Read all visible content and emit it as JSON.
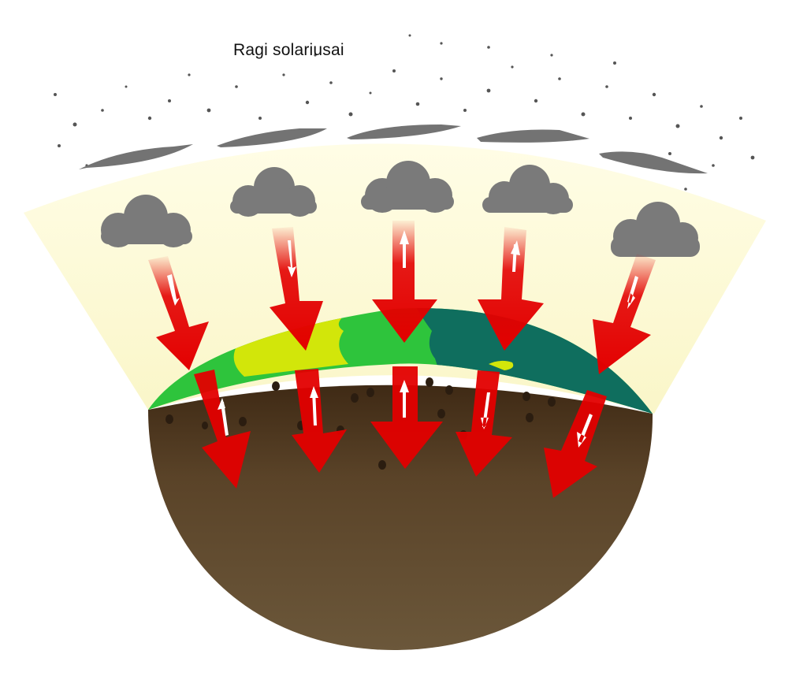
{
  "diagram": {
    "title": "Ragi solariusai",
    "colors": {
      "atmosphere": "#fbf8d2",
      "cloud_slab": "#737373",
      "cloud": "#7a7a7a",
      "arrow": "#e30000",
      "arrow_highlight": "#ffffff",
      "land_green": "#2ec43c",
      "land_yellow": "#d2e60a",
      "ocean_teal": "#0f6e5e",
      "soil_top": "#4a3119",
      "soil_bottom": "#6a5538",
      "speck": "#2b1d10"
    },
    "layers": [
      {
        "name": "upper-cloud-slabs",
        "count": 5
      },
      {
        "name": "clouds",
        "count": 5
      },
      {
        "name": "atmosphere-band"
      },
      {
        "name": "surface-cap",
        "regions": [
          "green-land",
          "yellow-land",
          "teal-ocean"
        ]
      },
      {
        "name": "soil-hemisphere"
      }
    ],
    "arrows": [
      {
        "id": 1,
        "direction": "down",
        "inner": "up"
      },
      {
        "id": 2,
        "direction": "down",
        "inner": "down"
      },
      {
        "id": 3,
        "direction": "down",
        "inner": "up"
      },
      {
        "id": 4,
        "direction": "down",
        "inner": "up"
      },
      {
        "id": 5,
        "direction": "down",
        "inner": "up"
      }
    ]
  }
}
